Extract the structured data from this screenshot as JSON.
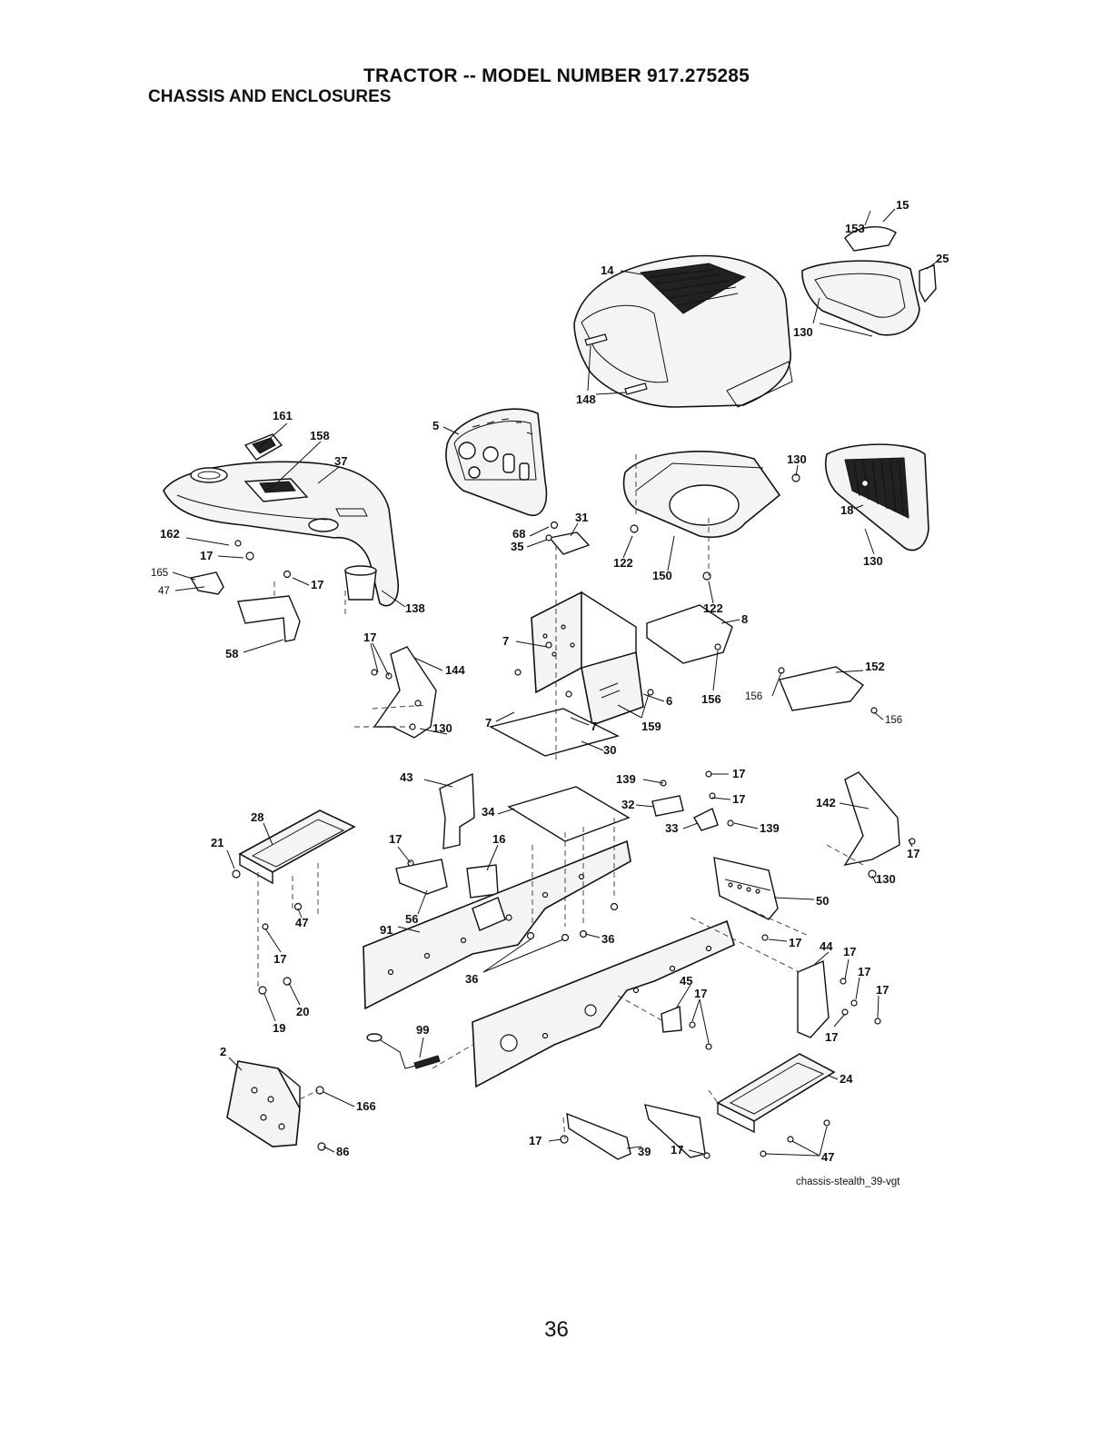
{
  "header": {
    "title": "TRACTOR -- MODEL NUMBER 917.275285",
    "subtitle": "CHASSIS AND ENCLOSURES"
  },
  "diagram": {
    "reference": "chassis-stealth_39-vgt",
    "callouts": {
      "c15": "15",
      "c25": "25",
      "c14": "14",
      "c153": "153",
      "c130a": "130",
      "c148": "148",
      "c5": "5",
      "c161": "161",
      "c158": "158",
      "c37": "37",
      "c162": "162",
      "c17a": "17",
      "c165": "165",
      "c47a": "47",
      "c17b": "17",
      "c138": "138",
      "c58": "58",
      "c68": "68",
      "c31": "31",
      "c35": "35",
      "c122a": "122",
      "c150": "150",
      "c122b": "122",
      "c130b": "130",
      "c18": "18",
      "c130c": "130",
      "c8": "8",
      "c7a": "7",
      "c6": "6",
      "c7b": "7",
      "c7c": "7",
      "c159": "159",
      "c30": "30",
      "c156a": "156",
      "c156b": "156",
      "c152": "152",
      "c156c": "156",
      "c17c": "17",
      "c144": "144",
      "c130d": "130",
      "c43": "43",
      "c139a": "139",
      "c17d": "17",
      "c32": "32",
      "c17e": "17",
      "c33": "33",
      "c139b": "139",
      "c142": "142",
      "c17f": "17",
      "c130e": "130",
      "c28": "28",
      "c21": "21",
      "c34": "34",
      "c17g": "17",
      "c16": "16",
      "c56": "56",
      "c91": "91",
      "c47b": "47",
      "c17h": "17",
      "c36a": "36",
      "c36b": "36",
      "c20": "20",
      "c19": "19",
      "c50": "50",
      "c17i": "17",
      "c44": "44",
      "c17j": "17",
      "c17k": "17",
      "c17l": "17",
      "c45": "45",
      "c17m": "17",
      "c17n": "17",
      "c99": "99",
      "c2": "2",
      "c166": "166",
      "c86": "86",
      "c24": "24",
      "c17o": "17",
      "c39": "39",
      "c17p": "17",
      "c47c": "47"
    }
  },
  "footer": {
    "page_number": "36"
  }
}
